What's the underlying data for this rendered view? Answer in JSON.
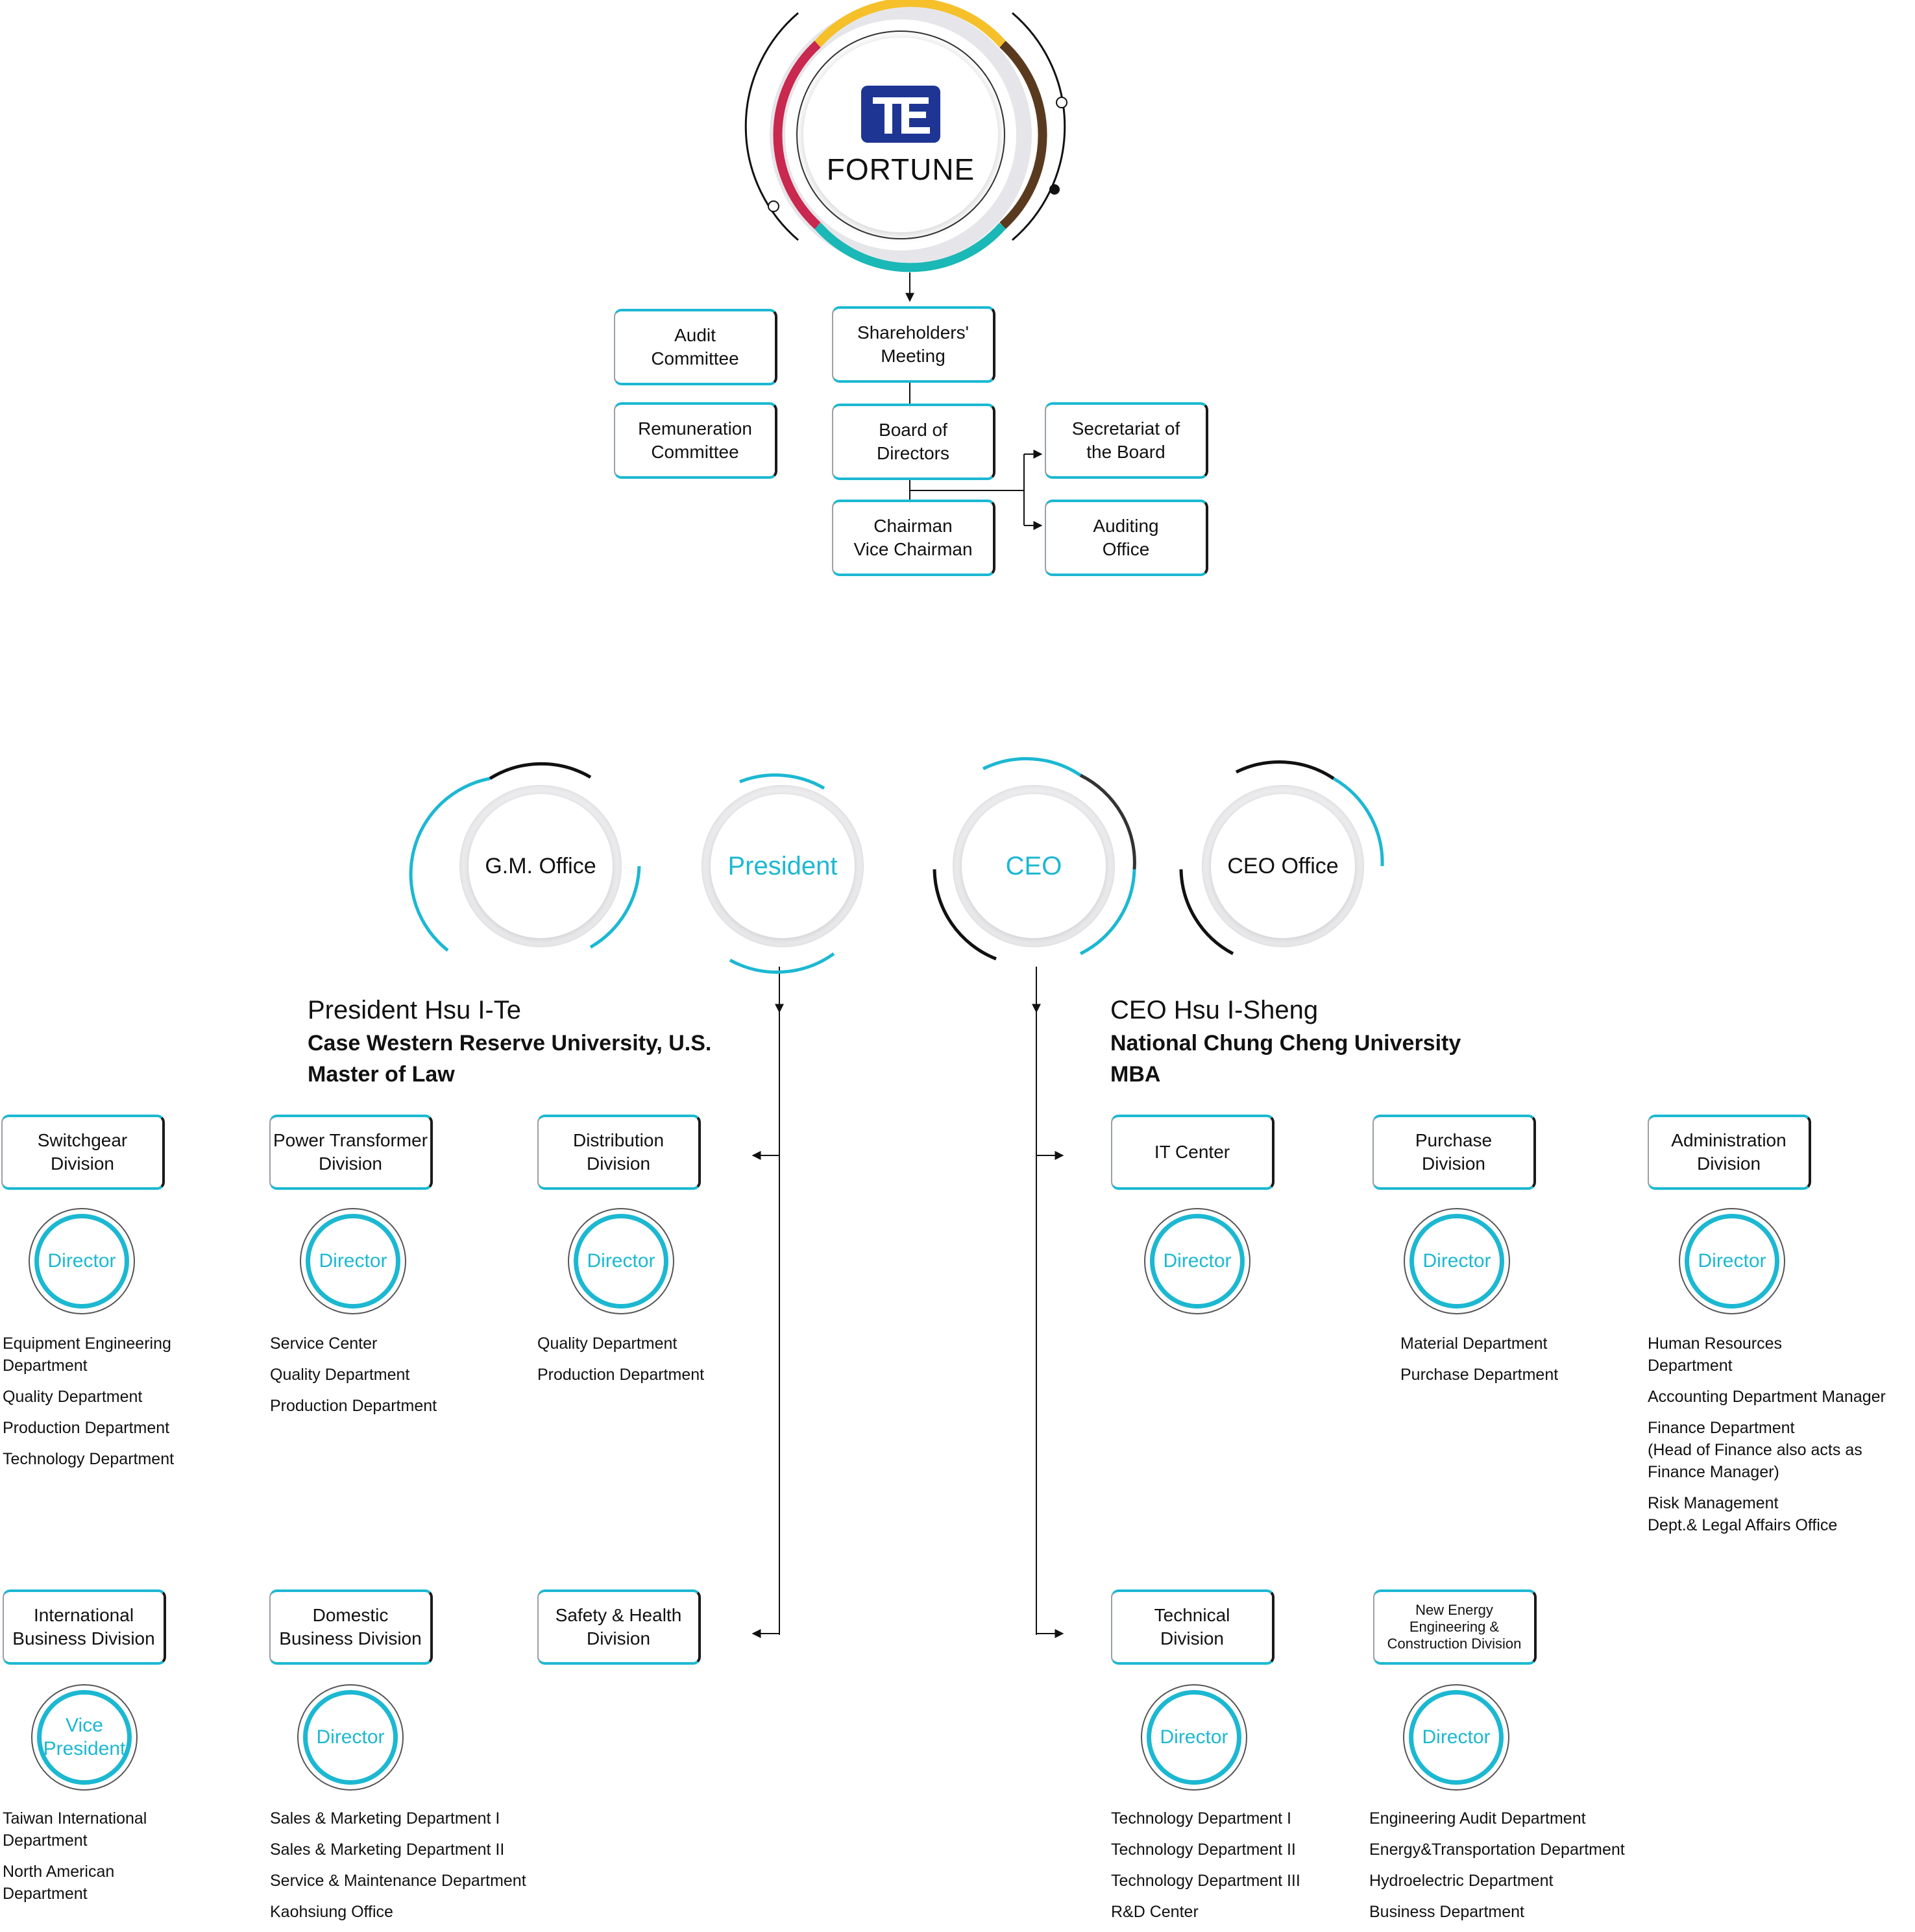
{
  "brand": {
    "logo_letters": "TE",
    "name": "FORTUNE",
    "accent": "#1cb8d2",
    "logo_color": "#1e3594"
  },
  "governance": {
    "audit": "Audit\nCommittee",
    "remuneration": "Remuneration\nCommittee",
    "shareholders": "Shareholders'\nMeeting",
    "board": "Board of\nDirectors",
    "chairman": "Chairman\nVice Chairman",
    "secretariat": "Secretariat of\nthe Board",
    "auditing": "Auditing\nOffice"
  },
  "offices": {
    "gm": "G.M. Office",
    "president": "President",
    "ceo": "CEO",
    "ceo_office": "CEO Office"
  },
  "president_bio": {
    "name": "President Hsu I-Te",
    "school": "Case Western Reserve University, U.S.",
    "degree": "Master of Law"
  },
  "ceo_bio": {
    "name": "CEO Hsu I-Sheng",
    "school": "National Chung Cheng University",
    "degree": "MBA"
  },
  "divisions": {
    "switchgear": {
      "title": "Switchgear\nDivision",
      "head": "Director",
      "departments": [
        "Equipment Engineering\nDepartment",
        "Quality Department",
        "Production Department",
        "Technology Department"
      ]
    },
    "power_transformer": {
      "title": "Power Transformer\nDivision",
      "head": "Director",
      "departments": [
        "Service Center",
        "Quality Department",
        "Production Department"
      ]
    },
    "distribution": {
      "title": "Distribution\nDivision",
      "head": "Director",
      "departments": [
        "Quality Department",
        "Production Department"
      ]
    },
    "it_center": {
      "title": "IT Center",
      "head": "Director",
      "departments": []
    },
    "purchase": {
      "title": "Purchase\nDivision",
      "head": "Director",
      "departments": [
        "Material Department",
        "Purchase Department"
      ]
    },
    "administration": {
      "title": "Administration\nDivision",
      "head": "Director",
      "departments": [
        "Human Resources\nDepartment",
        "Accounting Department Manager",
        "Finance Department\n(Head of Finance also acts as\nFinance Manager)",
        "Risk Management\nDept.& Legal Affairs Office"
      ]
    },
    "international": {
      "title": "International\nBusiness Division",
      "head": "Vice\nPresident",
      "departments": [
        "Taiwan International\nDepartment",
        "North American\nDepartment"
      ]
    },
    "domestic": {
      "title": "Domestic\nBusiness Division",
      "head": "Director",
      "departments": [
        "Sales & Marketing Department I",
        "Sales & Marketing Department II",
        "Service & Maintenance Department",
        "Kaohsiung Office"
      ]
    },
    "safety": {
      "title": "Safety & Health\nDivision"
    },
    "technical": {
      "title": "Technical\nDivision",
      "head": "Director",
      "departments": [
        "Technology Department I",
        "Technology Department II",
        "Technology Department III",
        "R&D Center"
      ]
    },
    "new_energy": {
      "title": "New Energy\nEngineering &\nConstruction Division",
      "head": "Director",
      "departments": [
        "Engineering Audit Department",
        "Energy&Transportation Department",
        "Hydroelectric Department",
        "Business Department"
      ]
    }
  }
}
